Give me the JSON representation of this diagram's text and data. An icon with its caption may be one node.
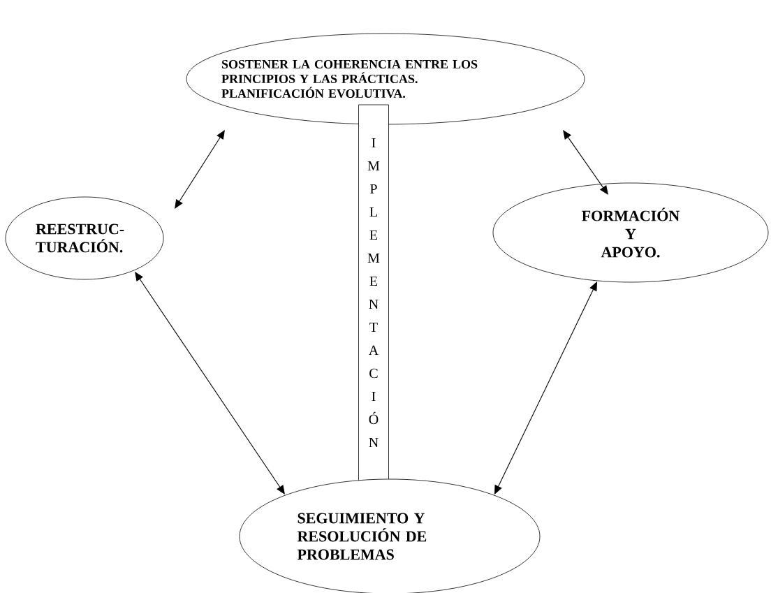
{
  "diagram": {
    "nodes": [
      {
        "text": [
          "SOSTENER LA COHERENCIA ENTRE LOS PRINCIPIOS Y LAS PRÁCTICAS.",
          "PLANIFICACIÓN EVOLUTIVA."
        ]
      },
      {
        "text": [
          "IMPLEMENTACIÓN"
        ]
      },
      {
        "text": [
          "REESTRUC- TURACIÓN."
        ]
      },
      {
        "text": [
          "FORMACIÓN Y APOYO."
        ]
      },
      {
        "text": [
          "SEGUIMIENTO Y RESOLUCIÓN DE PROBLEMAS"
        ]
      }
    ],
    "edges": [
      {
        "from": 0,
        "to": 2,
        "arrow": "both"
      },
      {
        "from": 0,
        "to": 3,
        "arrow": "both"
      },
      {
        "from": 2,
        "to": 4,
        "arrow": "both"
      },
      {
        "from": 3,
        "to": 4,
        "arrow": "both"
      }
    ]
  }
}
